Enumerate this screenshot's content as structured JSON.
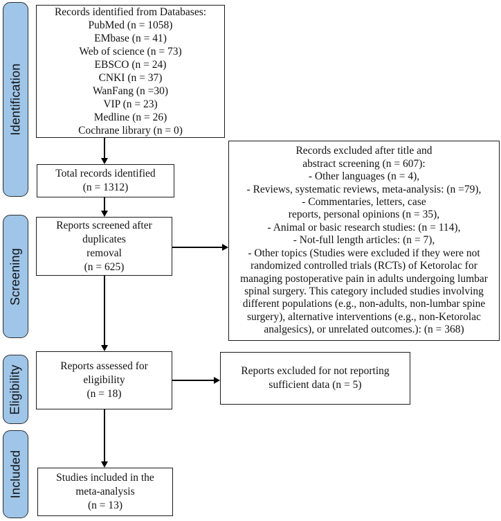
{
  "stages": [
    {
      "label": "Identification"
    },
    {
      "label": "Screening"
    },
    {
      "label": "Eligibility"
    },
    {
      "label": "Included"
    }
  ],
  "boxes": {
    "records_identified": {
      "lines": [
        "Records identified from Databases:",
        "PubMed (n = 1058)",
        "EMbase (n = 41)",
        "Web of science (n = 73)",
        "EBSCO (n = 24)",
        "CNKI (n = 37)",
        "WanFang (n =30)",
        "VIP (n = 23)",
        "Medline (n = 26)",
        "Cochrane library (n = 0)"
      ]
    },
    "total_records": {
      "lines": [
        "Total records identified",
        "(n = 1312)"
      ]
    },
    "reports_screened": {
      "lines": [
        "Reports screened after",
        "duplicates",
        "removal",
        "(n = 625)"
      ]
    },
    "records_excluded": {
      "lines": [
        "Records excluded after title and",
        "abstract screening (n = 607):",
        "- Other languages (n = 4),",
        "- Reviews, systematic reviews, meta-analysis: (n =79),",
        "- Commentaries, letters, case",
        "reports, personal opinions (n = 35),",
        "- Animal or basic research studies: (n = 114),",
        "- Not-full length articles: (n = 7),",
        "- Other topics (Studies were excluded if they were not",
        "randomized controlled trials (RCTs) of Ketorolac for",
        "managing postoperative pain in adults undergoing lumbar",
        "spinal surgery. This category included studies involving",
        "different populations (e.g., non-adults, non-lumbar spine",
        "surgery), alternative interventions (e.g., non-Ketorolac",
        "analgesics), or unrelated outcomes.): (n = 368)"
      ]
    },
    "reports_assessed": {
      "lines": [
        "Reports assessed for",
        "eligibility",
        "(n = 18)"
      ]
    },
    "reports_excluded_data": {
      "lines": [
        "Reports excluded for not reporting",
        "sufficient data (n = 5)"
      ]
    },
    "studies_included": {
      "lines": [
        "Studies included in the",
        "meta-analysis",
        "(n = 13)"
      ]
    }
  },
  "colors": {
    "stage_fill": "#9FC5E8",
    "stage_border": "#2D2D2D",
    "box_border": "#1A1A1A",
    "arrow": "#000000"
  }
}
